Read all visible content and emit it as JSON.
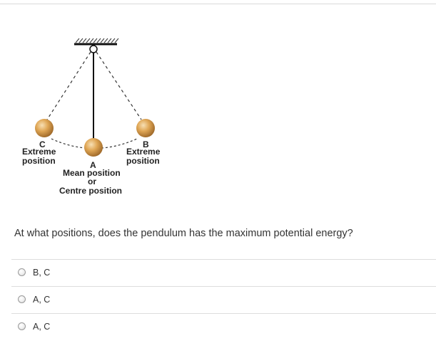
{
  "diagram": {
    "label_c_letter": "C",
    "label_c_text1": "Extreme",
    "label_c_text2": "position",
    "label_b_letter": "B",
    "label_b_text1": "Extreme",
    "label_b_text2": "position",
    "label_a_letter": "A",
    "label_a_text1": "Mean position",
    "label_a_text2": "or",
    "label_a_text3": "Centre position",
    "bob_color": "#e0a756",
    "icons": [
      "ceiling-support-icon",
      "pendulum-bob-icon"
    ]
  },
  "question": {
    "text": "At what positions, does the pendulum has the maximum potential energy?"
  },
  "options": [
    {
      "label": "B, C"
    },
    {
      "label": "A, C"
    },
    {
      "label": "A, C"
    }
  ]
}
